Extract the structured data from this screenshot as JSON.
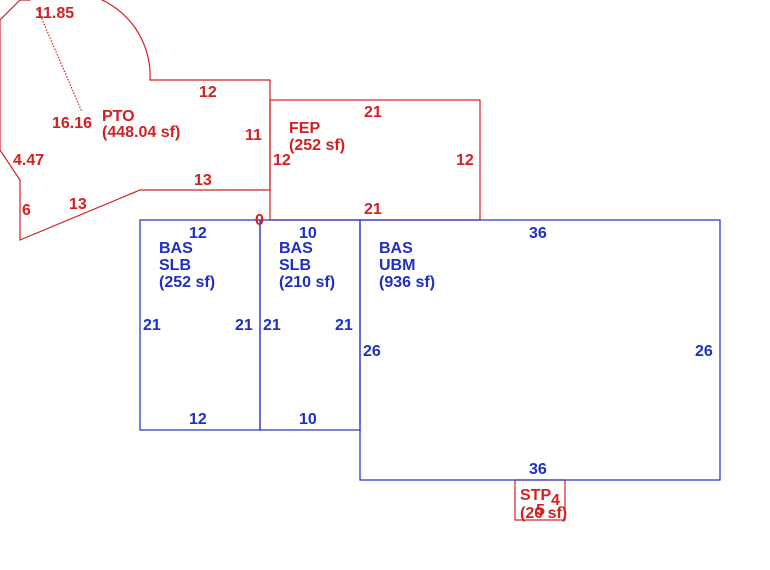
{
  "colors": {
    "red": "#d42020",
    "blue": "#1f2fc0"
  },
  "areas": {
    "pto": {
      "code": "PTO",
      "area": "(448.04 sf)",
      "dims": {
        "arc": "11.85",
        "radius": "16.16",
        "top": "12",
        "right": "11",
        "bottom": "13",
        "lower_left": "13",
        "left_top": "4.47",
        "left_bottom": "6"
      }
    },
    "fep": {
      "code": "FEP",
      "area": "(252 sf)",
      "dims": {
        "top": "21",
        "left": "12",
        "right": "12",
        "bottom": "21"
      }
    },
    "bas1": {
      "code": "BAS",
      "sub": "SLB",
      "area": "(252 sf)",
      "dims": {
        "top": "12",
        "left": "21",
        "right": "21",
        "bottom": "12"
      }
    },
    "bas2": {
      "code": "BAS",
      "sub": "SLB",
      "area": "(210 sf)",
      "dims": {
        "top": "10",
        "left": "21",
        "right": "21",
        "bottom": "10",
        "zero": "0"
      }
    },
    "bas3": {
      "code": "BAS",
      "sub": "UBM",
      "area": "(936 sf)",
      "dims": {
        "top": "36",
        "left": "26",
        "right": "26",
        "bottom": "36"
      }
    },
    "stp": {
      "code": "STP",
      "area": "(20 sf)",
      "dims": {
        "a": "5",
        "b": "4"
      }
    }
  }
}
